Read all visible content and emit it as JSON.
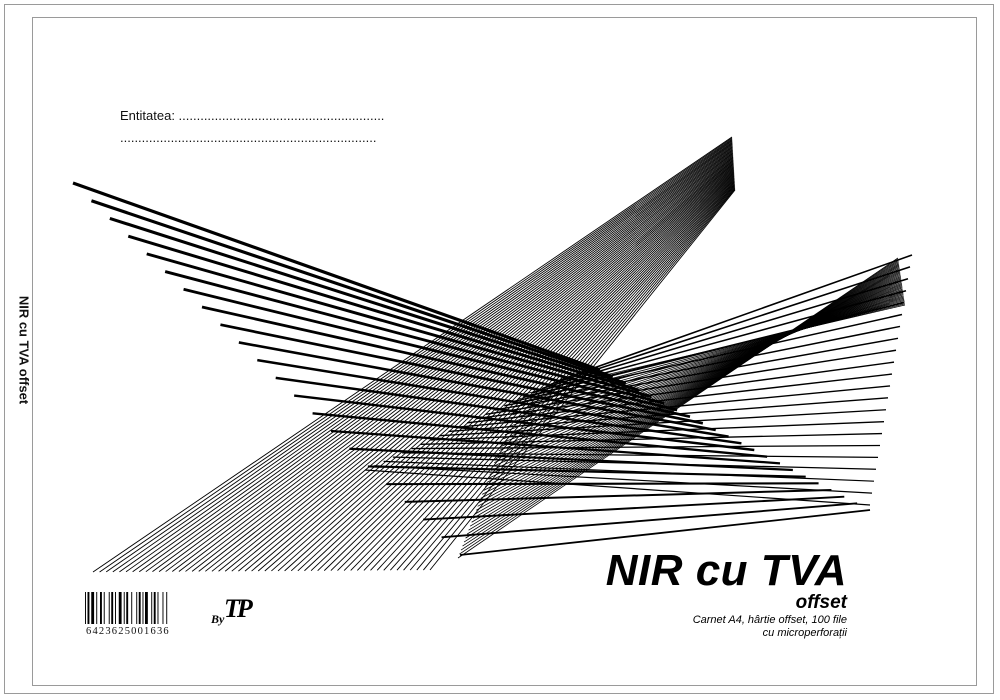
{
  "spine": {
    "title": "NIR cu TVA offset"
  },
  "form": {
    "entity_line_1": "Entitatea: .........................................................",
    "entity_line_2": "......................................................................."
  },
  "product": {
    "title": "NIR cu TVA",
    "subtitle": "offset",
    "description_line_1": "Carnet A4, hârtie offset, 100 file",
    "description_line_2": "cu microperforații"
  },
  "barcode": {
    "digits": "6423625001636"
  },
  "brand": {
    "by": "By",
    "mark": "TP"
  }
}
